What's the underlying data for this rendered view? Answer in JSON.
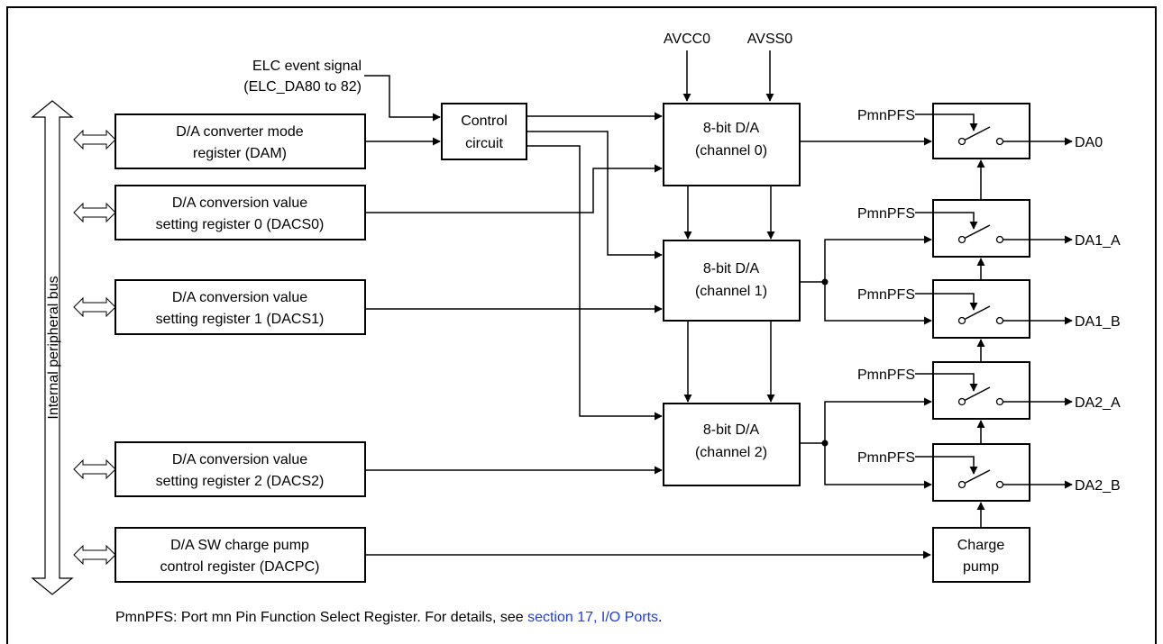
{
  "diagram": {
    "bus_label": "Internal peripheral bus",
    "supplies": {
      "avcc": "AVCC0",
      "avss": "AVSS0"
    },
    "elc_signal": {
      "line1": "ELC event signal",
      "line2": "(ELC_DA80 to 82)"
    },
    "registers": [
      {
        "line1": "D/A converter mode",
        "line2": "register (DAM)"
      },
      {
        "line1": "D/A conversion value",
        "line2": "setting register 0 (DACS0)"
      },
      {
        "line1": "D/A conversion value",
        "line2": "setting register 1 (DACS1)"
      },
      {
        "line1": "D/A conversion value",
        "line2": "setting register 2 (DACS2)"
      },
      {
        "line1": "D/A SW charge pump",
        "line2": "control register (DACPC)"
      }
    ],
    "control_circuit": {
      "line1": "Control",
      "line2": "circuit"
    },
    "converters": [
      {
        "line1": "8-bit D/A",
        "line2": "(channel 0)"
      },
      {
        "line1": "8-bit D/A",
        "line2": "(channel 1)"
      },
      {
        "line1": "8-bit D/A",
        "line2": "(channel 2)"
      }
    ],
    "switch_label": "PmnPFS",
    "outputs": [
      "DA0",
      "DA1_A",
      "DA1_B",
      "DA2_A",
      "DA2_B"
    ],
    "charge_pump": {
      "line1": "Charge",
      "line2": "pump"
    }
  },
  "footnote": {
    "text": "PmnPFS: Port mn Pin Function Select Register. For details, see ",
    "link": "section 17, I/O Ports",
    "end": "."
  },
  "colors": {
    "link": "#1f3fd6",
    "line": "#000000",
    "background": "#ffffff"
  }
}
